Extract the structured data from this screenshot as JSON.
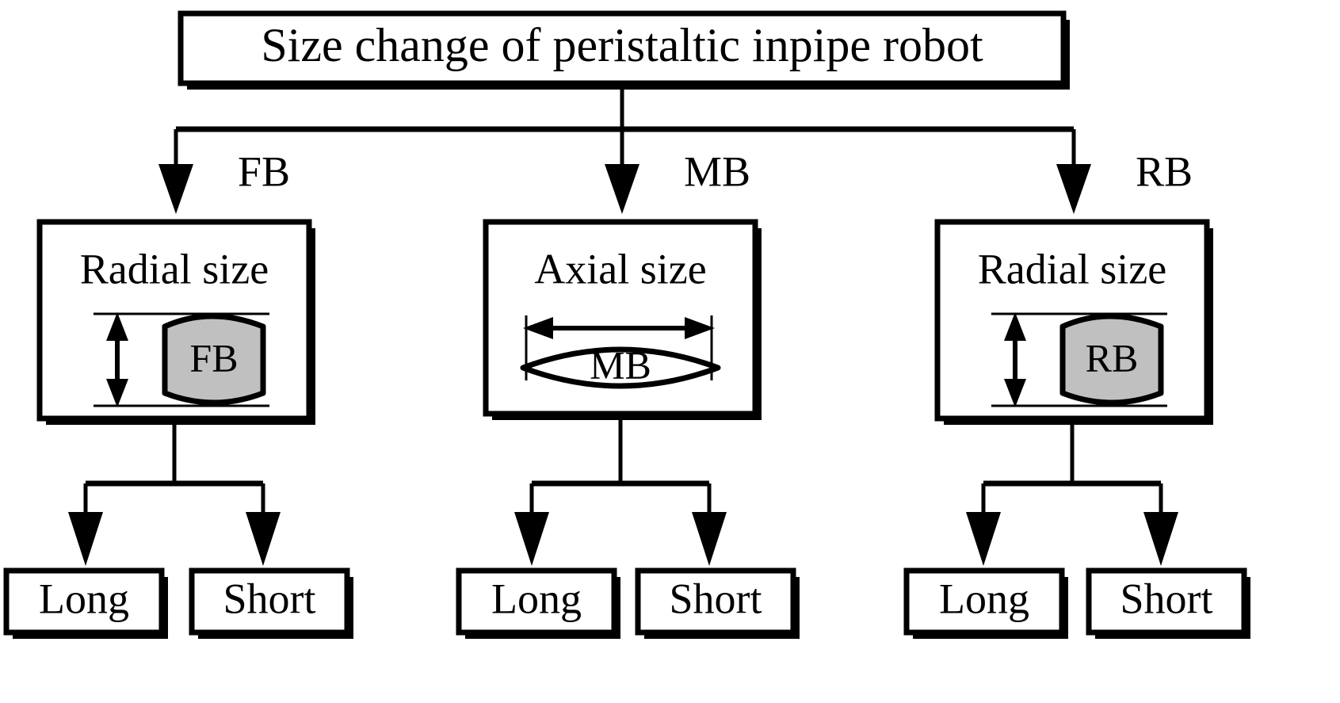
{
  "diagram": {
    "title": "Size change of peristaltic inpipe robot",
    "colors": {
      "stroke": "#000000",
      "background": "#ffffff",
      "body_fill": "#c0c0c0"
    },
    "branches": [
      {
        "label": "FB",
        "box_title": "Radial size",
        "shape_label": "FB",
        "shape_kind": "barrel",
        "measure_direction": "vertical",
        "children": [
          "Long",
          "Short"
        ]
      },
      {
        "label": "MB",
        "box_title": "Axial size",
        "shape_label": "MB",
        "shape_kind": "lens",
        "measure_direction": "horizontal",
        "children": [
          "Long",
          "Short"
        ]
      },
      {
        "label": "RB",
        "box_title": "Radial size",
        "shape_label": "RB",
        "shape_kind": "barrel",
        "measure_direction": "vertical",
        "children": [
          "Long",
          "Short"
        ]
      }
    ]
  }
}
